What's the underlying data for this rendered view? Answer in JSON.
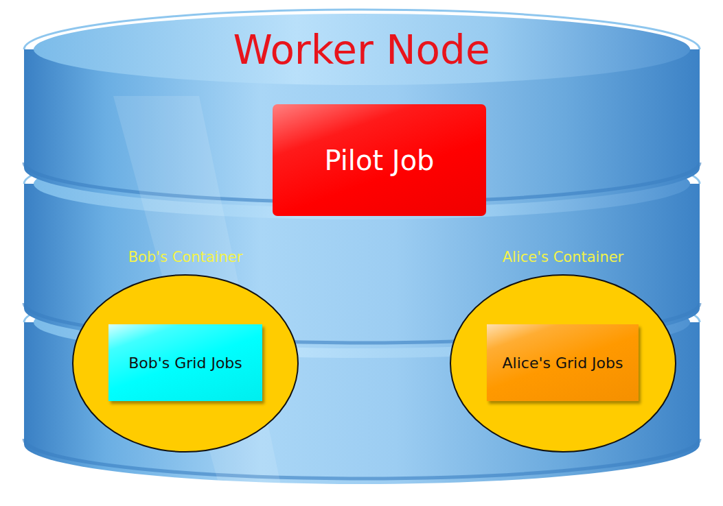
{
  "diagram": {
    "nodes": [
      {
        "text": [
          "Worker Node"
        ]
      },
      {
        "text": [
          "Pilot Job"
        ],
        "in": 0
      },
      {
        "text": [
          "Bob's Container"
        ],
        "in": 0
      },
      {
        "text": [
          "Bob's Grid Jobs"
        ],
        "in": 2
      },
      {
        "text": [
          "Alice's Container"
        ],
        "in": 0
      },
      {
        "text": [
          "Alice's Grid Jobs"
        ],
        "in": 4
      }
    ]
  }
}
